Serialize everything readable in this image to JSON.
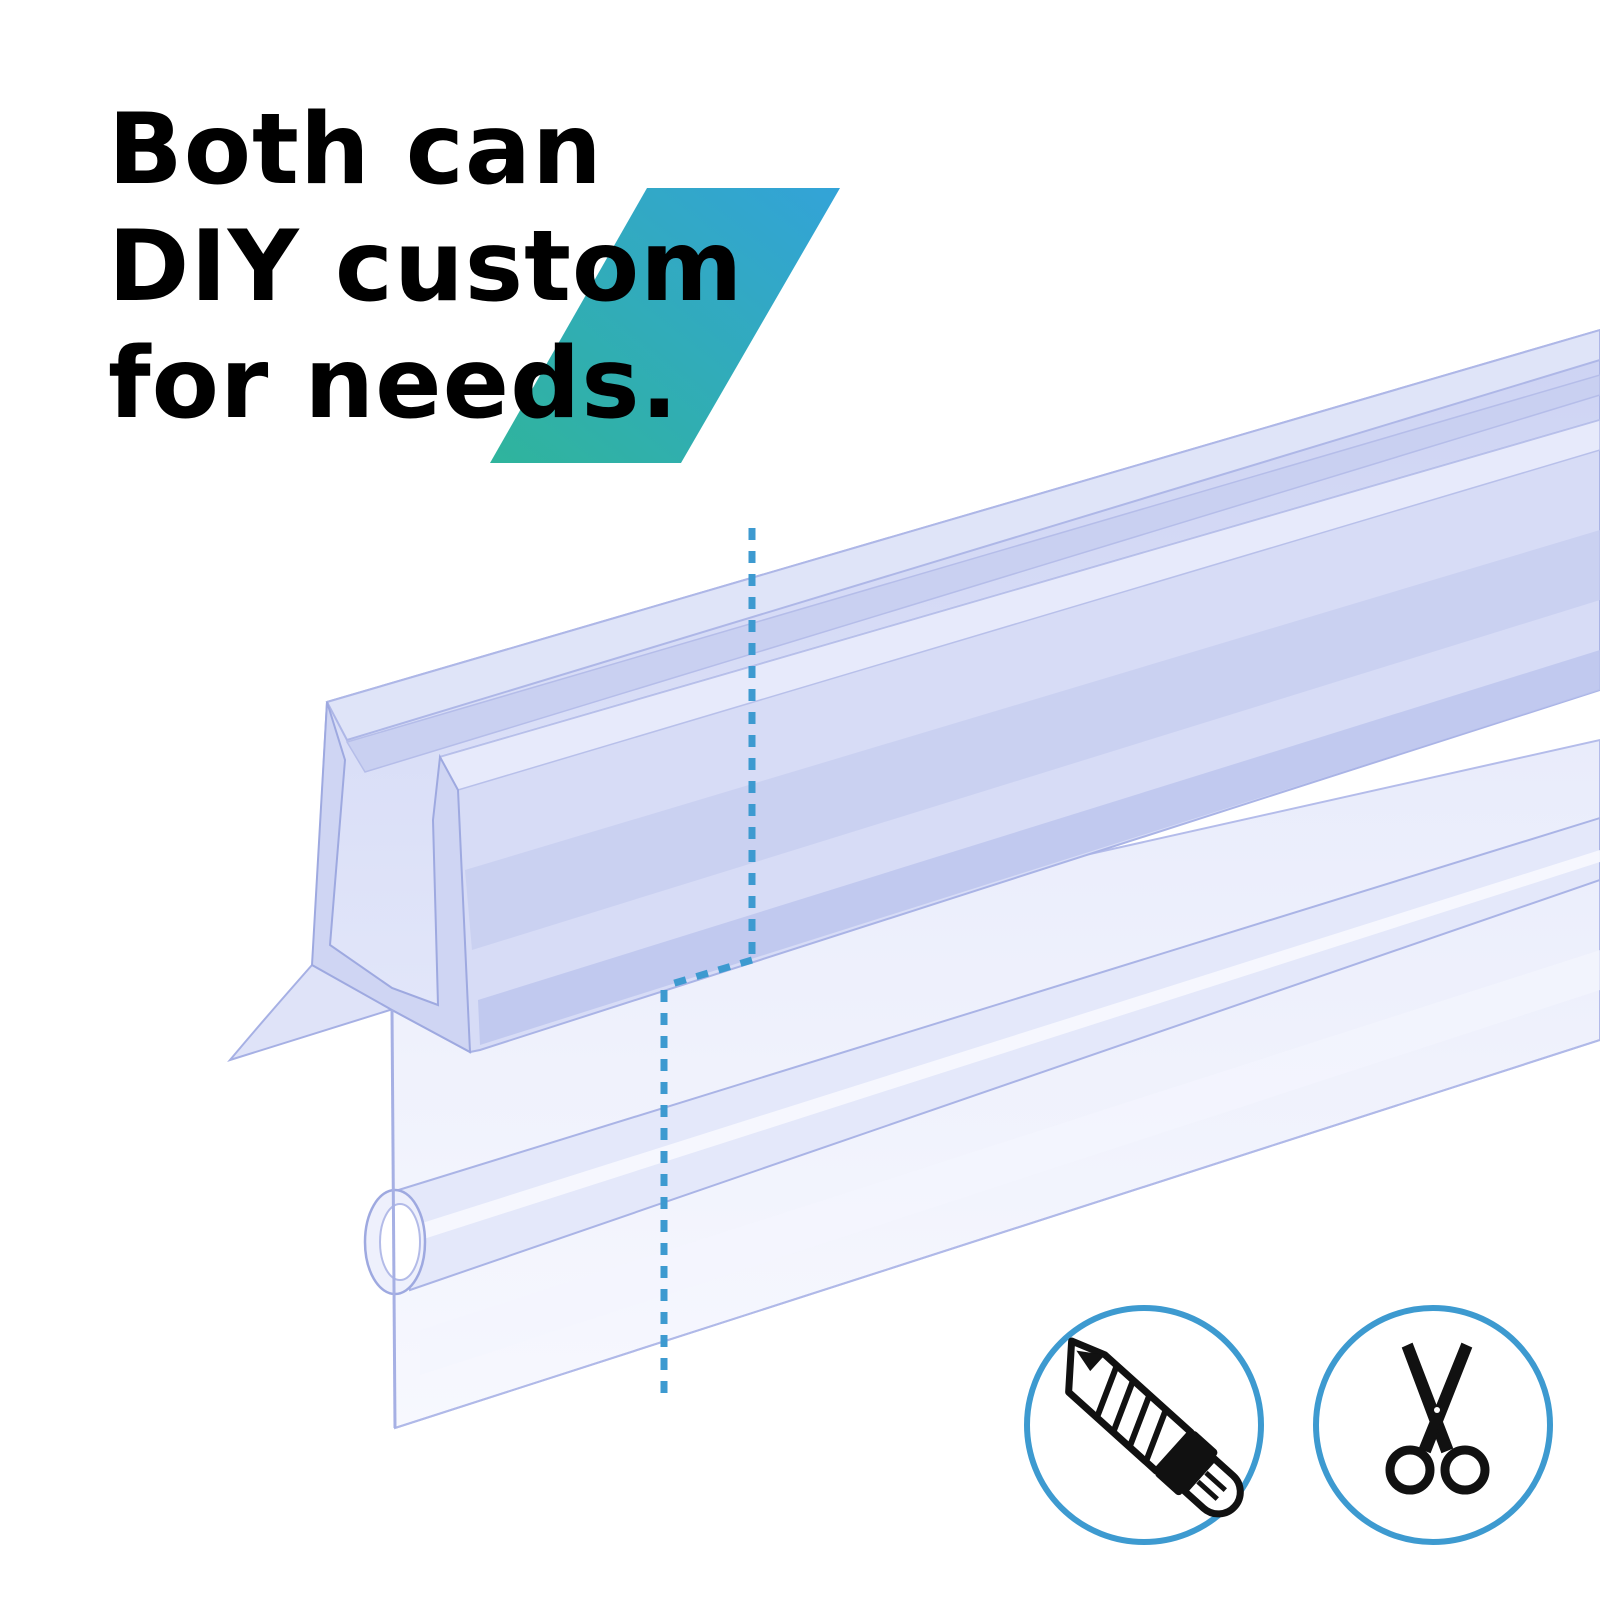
{
  "headline": {
    "line1": "Both can",
    "line2": "DIY custom",
    "line3": "for needs."
  },
  "colors": {
    "accent_teal": "#2fb3a0",
    "accent_blue": "#34a5d6",
    "icon_ring": "#3d9ad0",
    "cut_line": "#3d9ad0",
    "seal_strip": "#c6cdf0",
    "seal_edge": "#aab4e6"
  },
  "icons": {
    "utility_knife": "utility-knife-icon",
    "scissors": "scissors-icon"
  }
}
